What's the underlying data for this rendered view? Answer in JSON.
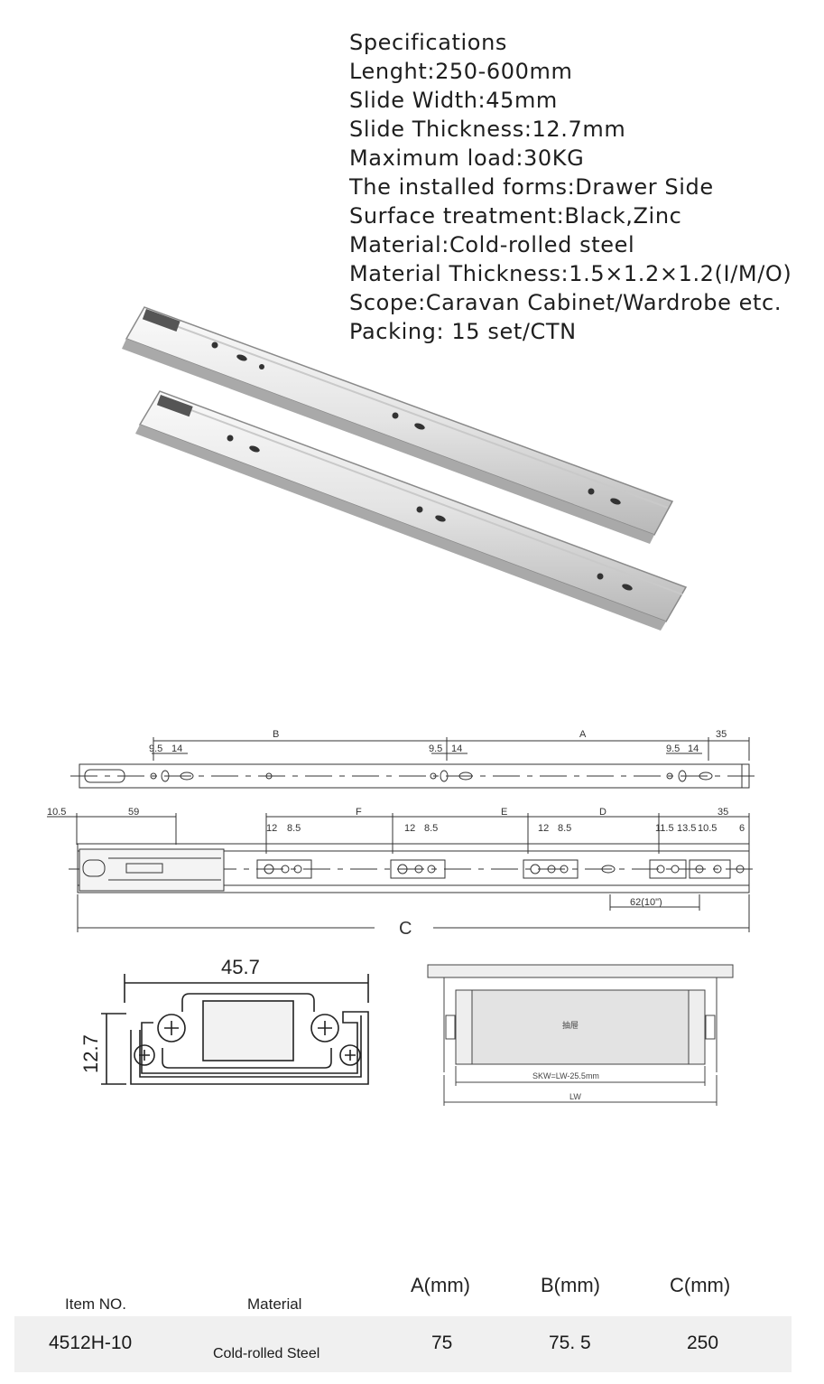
{
  "specifications": [
    "Specifications",
    "Lenght:250-600mm",
    "Slide Width:45mm",
    "Slide Thickness:12.7mm",
    "Maximum load:30KG",
    "The installed forms:Drawer Side",
    "Surface treatment:Black,Zinc",
    "Material:Cold-rolled steel",
    "Material Thickness:1.5×1.2×1.2(I/M/O)",
    "Scope:Caravan Cabinet/Wardrobe etc.",
    "Packing: 15 set/CTN"
  ],
  "diagram_top": {
    "label_b": "B",
    "label_a": "A",
    "dim_35": "35",
    "dim_95_1": "9.5",
    "dim_14_1": "14",
    "dim_95_2": "9.5",
    "dim_14_2": "14",
    "dim_95_3": "9.5",
    "dim_14_3": "14"
  },
  "diagram_mid": {
    "dim_105": "10.5",
    "dim_59": "59",
    "label_f": "F",
    "label_e": "E",
    "label_d": "D",
    "dim_35": "35",
    "dim_12_1": "12",
    "dim_85_1": "8.5",
    "dim_12_2": "12",
    "dim_85_2": "8.5",
    "dim_12_3": "12",
    "dim_85_3": "8.5",
    "dim_115": "11.5",
    "dim_135": "13.5",
    "dim_105b": "10.5",
    "dim_6": "6",
    "dim_62": "62(10\")",
    "label_c": "C"
  },
  "cross_section": {
    "width": "45.7",
    "height": "12.7"
  },
  "drawer_view": {
    "center_label": "抽屉",
    "skw": "SKW=LW-25.5mm",
    "lw": "LW"
  },
  "table": {
    "headers": {
      "item_no": "Item NO.",
      "material": "Material",
      "a": "A(mm)",
      "b": "B(mm)",
      "c": "C(mm)"
    },
    "rows": [
      {
        "item_no": "4512H-10",
        "material": "Cold-rolled Steel",
        "a": "75",
        "b": "75. 5",
        "c": "250"
      }
    ]
  }
}
